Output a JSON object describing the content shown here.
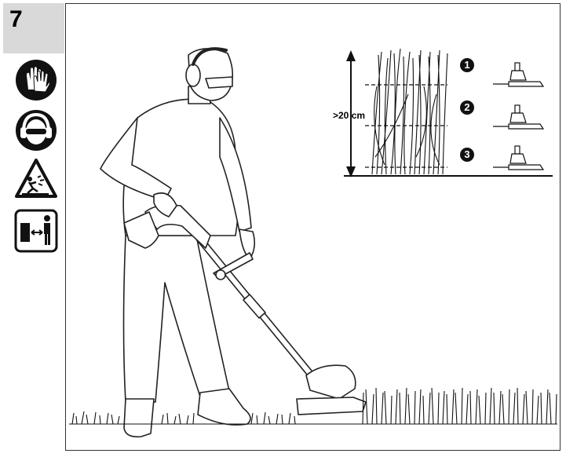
{
  "step": {
    "number": "7"
  },
  "icons": [
    {
      "name": "gloves-icon"
    },
    {
      "name": "ear-eye-protection-icon"
    },
    {
      "name": "flying-debris-warning-icon"
    },
    {
      "name": "keep-distance-icon"
    }
  ],
  "inset": {
    "height_label": ">20 cm",
    "levels": [
      "1",
      "2",
      "3"
    ]
  }
}
